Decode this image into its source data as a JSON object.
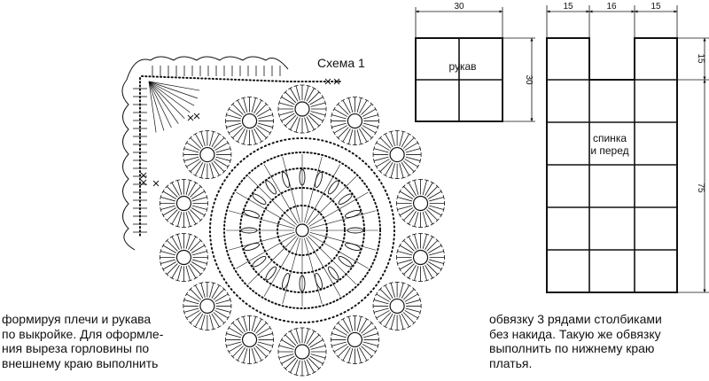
{
  "scheme": {
    "title": "Схема 1"
  },
  "sleeve": {
    "label": "рукав",
    "width": "30",
    "height": "30"
  },
  "body": {
    "label": "спинка\nи перед",
    "widths": [
      "15",
      "16",
      "15"
    ],
    "top_height": "15",
    "bottom_height": "75"
  },
  "captions": {
    "left": "формируя плечи и рукава\nпо выкройке. Для оформле-\nния выреза горловины по\nвнешнему краю выполнить",
    "right": "обвязку 3 рядами столбиками\nбез накида. Такую же обвязку\nвыполнить по нижнему краю\nплатья."
  }
}
